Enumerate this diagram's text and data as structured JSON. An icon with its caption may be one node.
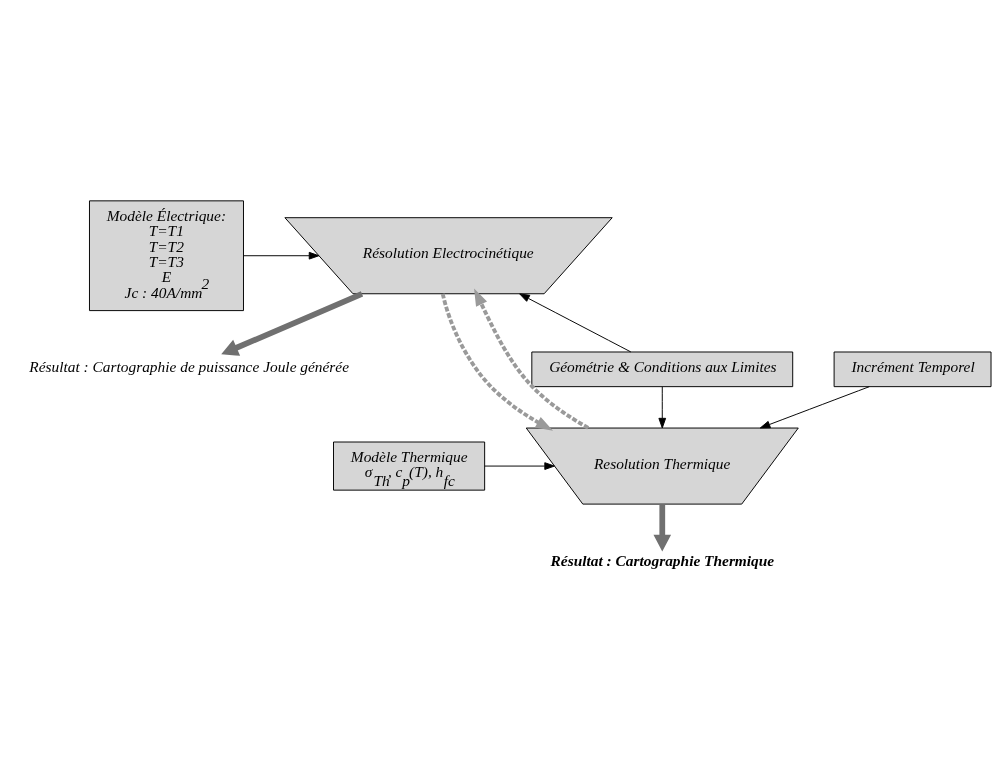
{
  "diagram": {
    "nodes": [
      {
        "text": [
          "Modèle Électrique:",
          "T=T1",
          "T=T2",
          "T=T3",
          "E",
          "Jc : 40A/mm$^{2}$"
        ]
      },
      {
        "text": [
          "Résolution Electrocinétique"
        ]
      },
      {
        "text": [
          "Géométrie & Conditions aux Limites"
        ]
      },
      {
        "text": [
          "Résultat : Cartographie de puissance Joule générée"
        ]
      },
      {
        "text": [
          "Resolution Thermique"
        ]
      },
      {
        "text": [
          "Modèle Thermique",
          "σ$_{Th}$, c$_{p}$(T), h$_{fc}$"
        ]
      },
      {
        "text": [
          "Incrément Temporel"
        ]
      },
      {
        "text": [
          "Résultat : Cartographie Thermique"
        ]
      }
    ],
    "edges": [
      {
        "from": 4,
        "to": 1,
        "arrow": "to",
        "style": "dashed",
        "color": "#9a9a9a"
      },
      {
        "from": 0,
        "to": 1,
        "arrow": "to"
      },
      {
        "from": 2,
        "to": 1,
        "arrow": "to"
      },
      {
        "from": 1,
        "to": 4,
        "arrow": "to",
        "style": "dashed",
        "color": "#9a9a9a"
      },
      {
        "from": 1,
        "to": 3,
        "arrow": "to",
        "style": "thick",
        "color": "#707070"
      },
      {
        "from": 2,
        "to": 4,
        "arrow": "to"
      },
      {
        "from": 5,
        "to": 4,
        "arrow": "to"
      },
      {
        "from": 6,
        "to": 4,
        "arrow": "to"
      },
      {
        "from": 4,
        "to": 7,
        "arrow": "to",
        "style": "thick",
        "color": "#707070"
      }
    ]
  }
}
